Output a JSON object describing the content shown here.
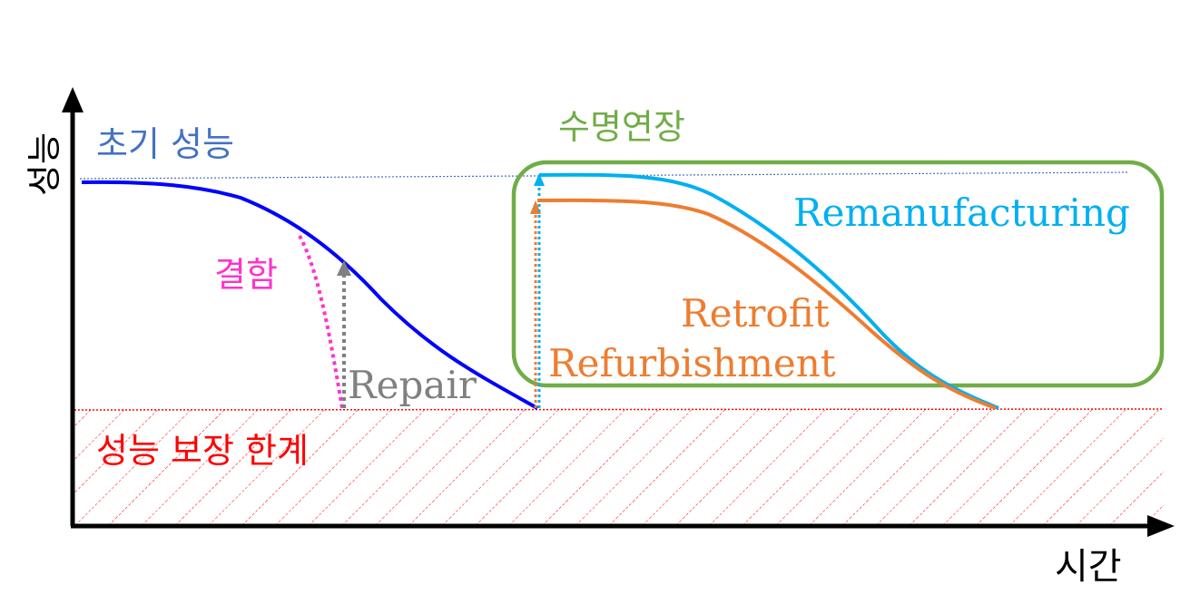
{
  "labels": {
    "y_axis": "성능",
    "x_axis": "시간",
    "initial_performance": "초기 성능",
    "life_extension": "수명연장",
    "defect": "결함",
    "repair": "Repair",
    "performance_limit": "성능 보장 한계",
    "remanufacturing": "Remanufacturing",
    "retrofit": "Retrofit",
    "refurbishment": "Refurbishment"
  },
  "colors": {
    "axis": "#000000",
    "initial_line": "#4472c4",
    "initial_text": "#4472c4",
    "performance_curve": "#0000ff",
    "defect": "#ff33cc",
    "repair": "#808080",
    "limit": "#ff0000",
    "extension_box": "#70ad47",
    "remanufacturing": "#00b0f0",
    "retrofit": "#ed7d31"
  }
}
